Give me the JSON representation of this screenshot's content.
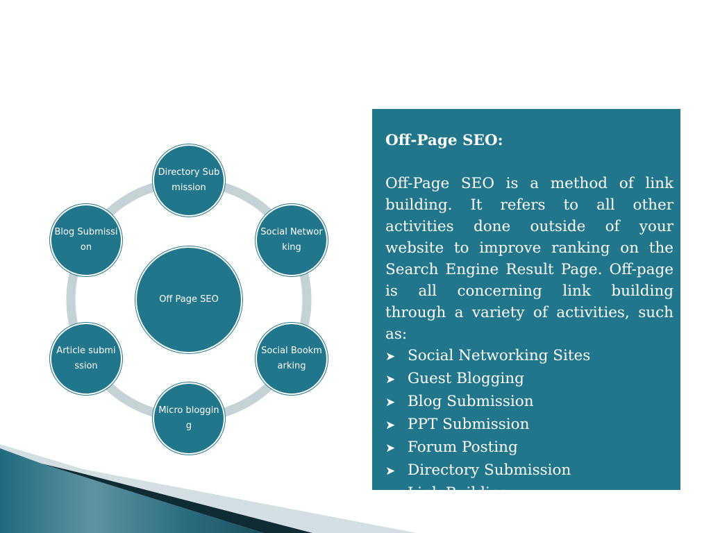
{
  "diagram": {
    "center": "Off Page SEO",
    "nodes": [
      {
        "key": "directory",
        "label": "Directory Submission"
      },
      {
        "key": "social-networking",
        "label": "Social Networking"
      },
      {
        "key": "social-bookmarking",
        "label": "Social Bookmarking"
      },
      {
        "key": "micro-blogging",
        "label": "Micro blogging"
      },
      {
        "key": "article",
        "label": "Article submission"
      },
      {
        "key": "blog",
        "label": "Blog Submission"
      }
    ]
  },
  "panel": {
    "title": "Off-Page SEO:",
    "description": "Off-Page SEO is a method of link building. It refers to all other activities done outside of your website to improve ranking on the Search Engine Result Page. Off-page is all concerning link building through a variety of activities, such as:",
    "bullet_icon": "arrow-bullet-icon",
    "items": [
      "Social Networking Sites",
      "Guest Blogging",
      "Blog Submission",
      "PPT Submission",
      "Forum Posting",
      "Directory Submission",
      "Link Building"
    ]
  },
  "colors": {
    "primary": "#21768c",
    "ring": "#c5d2d6",
    "ribbon_dark": "#1a4e5c",
    "ribbon_light": "#d3dfe3"
  }
}
